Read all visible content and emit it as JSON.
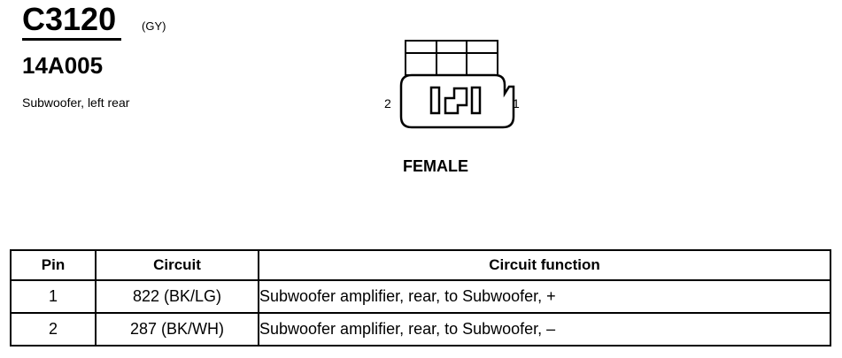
{
  "connector": {
    "id": "C3120",
    "color": "(GY)",
    "part_number": "14A005",
    "description": "Subwoofer, left rear",
    "gender": "FEMALE",
    "pin_labels": [
      "2",
      "1"
    ]
  },
  "table": {
    "headers": [
      "Pin",
      "Circuit",
      "Circuit function"
    ],
    "rows": [
      {
        "pin": "1",
        "circuit": "822 (BK/LG)",
        "function": "Subwoofer amplifier, rear, to Subwoofer, +"
      },
      {
        "pin": "2",
        "circuit": "287 (BK/WH)",
        "function": "Subwoofer amplifier, rear, to Subwoofer, –"
      }
    ]
  }
}
